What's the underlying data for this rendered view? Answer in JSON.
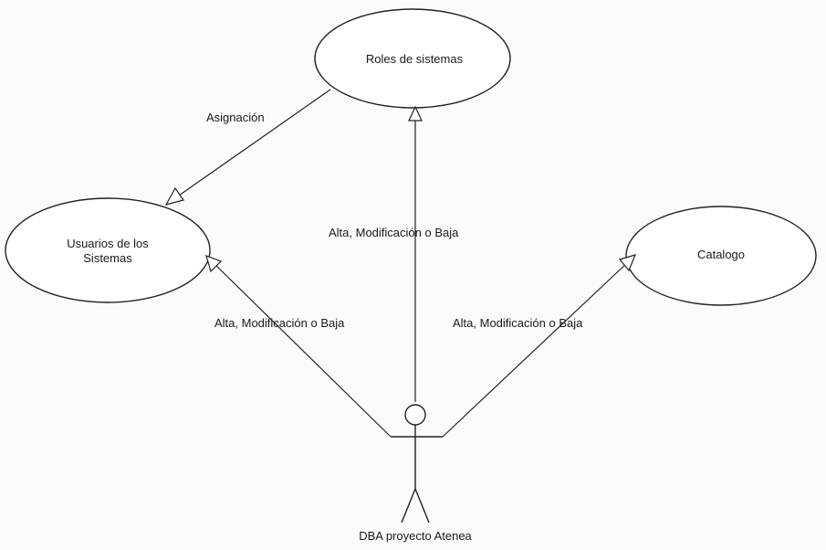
{
  "use_cases": {
    "roles": "Roles de sistemas",
    "usuarios_line1": "Usuarios de los",
    "usuarios_line2": "Sistemas",
    "catalogo": "Catalogo"
  },
  "actor": {
    "name": "DBA proyecto Atenea"
  },
  "associations": {
    "asignacion": "Asignación",
    "alta_roles": "Alta, Modificación o Baja",
    "alta_usuarios": "Alta, Modificación o Baja",
    "alta_catalogo": "Alta, Modificación o Baja"
  },
  "colors": {
    "stroke": "#222222",
    "text": "#1a1a1a"
  }
}
